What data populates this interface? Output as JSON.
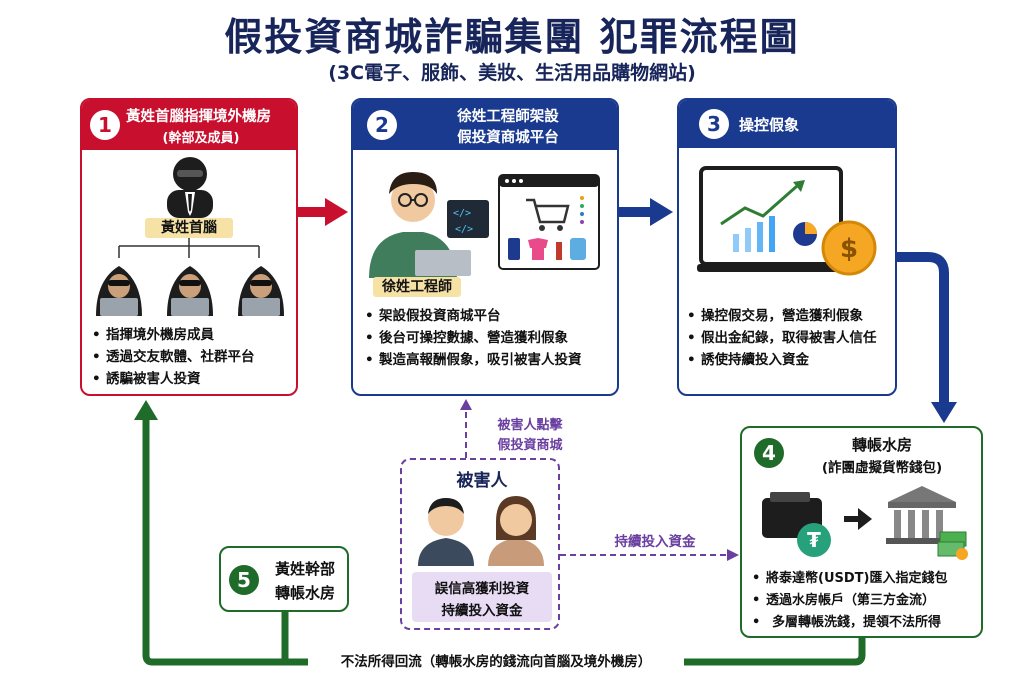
{
  "title": "假投資商城詐騙集團 犯罪流程圖",
  "subtitle": "(3C電子、服飾、美妝、生活用品購物網站)",
  "box1": {
    "num": "1",
    "title": "黃姓首腦指揮境外機房",
    "subtitle": "(幹部及成員)",
    "boss_label": "黃姓首腦",
    "bullets": [
      "指揮境外機房成員",
      "透過交友軟體、社群平台",
      "誘騙被害人投資"
    ]
  },
  "box2": {
    "num": "2",
    "title_line1": "徐姓工程師架設",
    "title_line2": "假投資商城平台",
    "engineer_label": "徐姓工程師",
    "bullets": [
      "架設假投資商城平台",
      "後台可操控數據、營造獲利假象",
      "製造高報酬假象，吸引被害人投資"
    ]
  },
  "box3": {
    "num": "3",
    "title": "操控假象",
    "bullets": [
      "操控假交易，營造獲利假象",
      "假出金紀錄，取得被害人信任",
      "誘使持續投入資金"
    ]
  },
  "box4": {
    "num": "4",
    "title": "轉帳水房",
    "subtitle": "(詐團虛擬貨幣錢包)",
    "bullets": [
      "將泰達幣(USDT)匯入指定錢包",
      "透過水房帳戶（第三方金流）",
      "多層轉帳洗錢，提領不法所得"
    ]
  },
  "box5": {
    "num": "5",
    "line1": "黃姓幹部",
    "line2": "轉帳水房"
  },
  "victim": {
    "title": "被害人",
    "line1": "誤信高獲利投資",
    "line2": "持續投入資金"
  },
  "labels": {
    "click_line1": "被害人點擊",
    "click_line2": "假投資商城",
    "invest": "持續投入資金",
    "return_flow": "不法所得回流（轉帳水房的錢流向首腦及境外機房）"
  },
  "colors": {
    "red": "#c8102e",
    "navy": "#1a3a8f",
    "green": "#1e6b2a",
    "purple": "#6a3fa0",
    "tag": "#f7e2a6"
  }
}
